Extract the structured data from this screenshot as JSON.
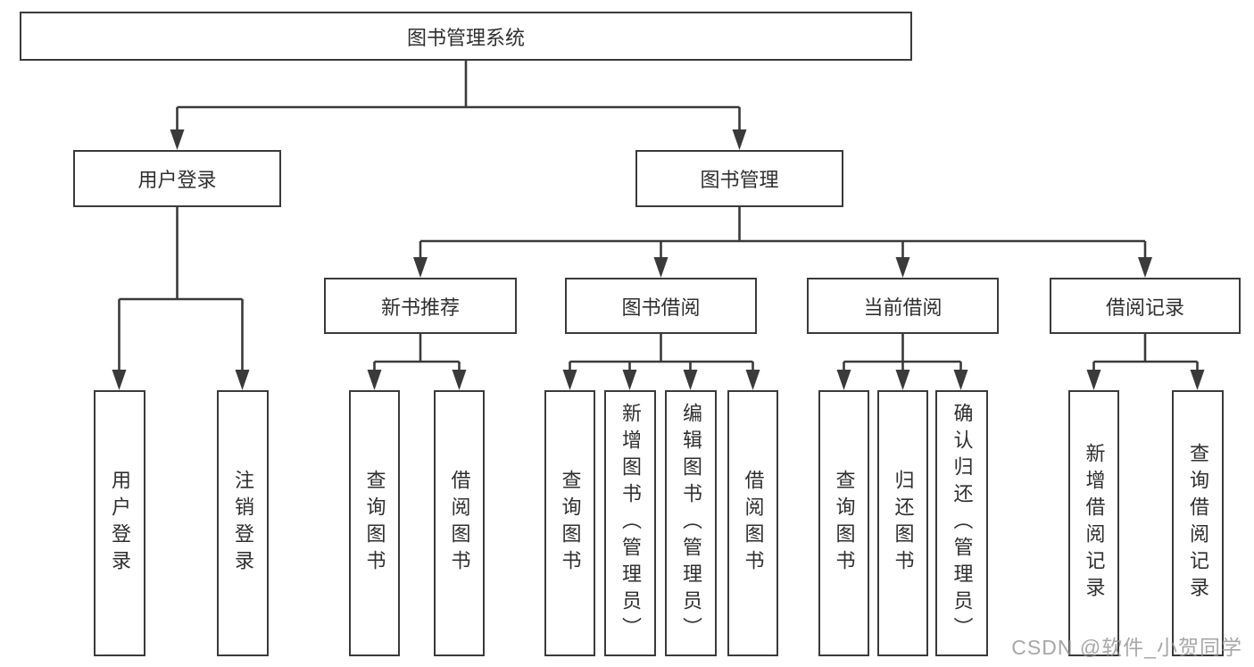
{
  "diagram": {
    "type": "hierarchy-tree",
    "line_color": "#3a3a3a",
    "text_color": "#2f2f2f",
    "background": "#ffffff",
    "root": {
      "label": "图书管理系统"
    },
    "branches": [
      {
        "label": "用户登录",
        "children": [
          {
            "label": "用户登录"
          },
          {
            "label": "注销登录"
          }
        ]
      },
      {
        "label": "图书管理",
        "children": [
          {
            "label": "新书推荐",
            "children": [
              {
                "label": "查询图书"
              },
              {
                "label": "借阅图书"
              }
            ]
          },
          {
            "label": "图书借阅",
            "children": [
              {
                "label": "查询图书"
              },
              {
                "label": "新增图书（管理员）"
              },
              {
                "label": "编辑图书（管理员）"
              },
              {
                "label": "借阅图书"
              }
            ]
          },
          {
            "label": "当前借阅",
            "children": [
              {
                "label": "查询图书"
              },
              {
                "label": "归还图书"
              },
              {
                "label": "确认归还（管理员）"
              }
            ]
          },
          {
            "label": "借阅记录",
            "children": [
              {
                "label": "新增借阅记录"
              },
              {
                "label": "查询借阅记录"
              }
            ]
          }
        ]
      }
    ]
  },
  "watermark": {
    "text": "CSDN @软件_小贺同学",
    "color": "#919191"
  }
}
